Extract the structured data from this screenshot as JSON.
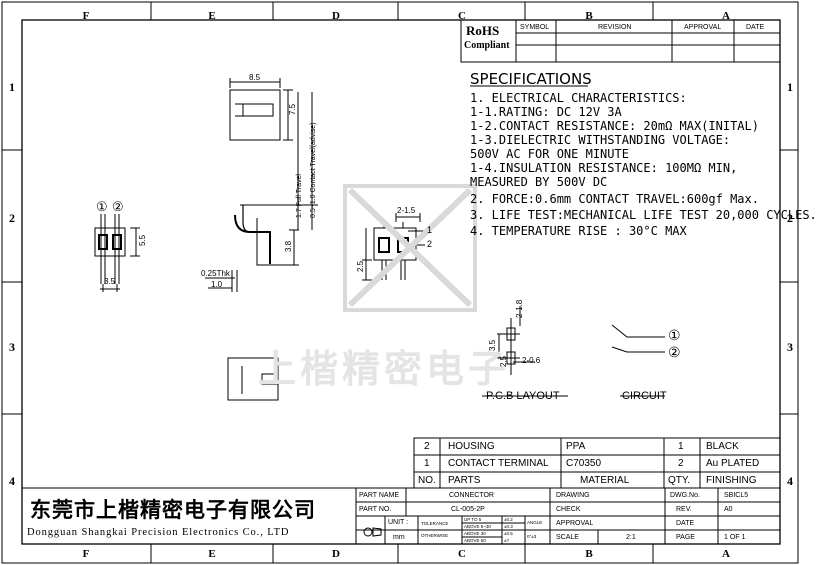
{
  "columns_top": [
    "F",
    "E",
    "D",
    "C",
    "B",
    "A"
  ],
  "columns_bottom": [
    "F",
    "E",
    "D",
    "C",
    "B",
    "A"
  ],
  "rows_left": [
    "1",
    "2",
    "3",
    "4"
  ],
  "rows_right": [
    "1",
    "2",
    "3",
    "4"
  ],
  "rohs": {
    "line1": "RoHS",
    "line2": "Compliant"
  },
  "revision_header": {
    "symbol": "SYMBOL",
    "revision": "REVISION",
    "approval": "APPROVAL",
    "date": "DATE"
  },
  "specs": {
    "title": "SPECIFICATIONS",
    "lines": [
      "1. ELECTRICAL CHARACTERISTICS:",
      "   1-1.RATING: DC 12V 3A",
      "   1-2.CONTACT RESISTANCE: 20mΩ MAX(INITAL)",
      "   1-3.DIELECTRIC WITHSTANDING VOLTAGE:",
      "       500V AC FOR ONE MINUTE",
      "   1-4.INSULATION RESISTANCE: 100MΩ MIN,",
      "       MEASURED BY 500V DC",
      "2. FORCE:0.6mm CONTACT TRAVEL:600gf Max.",
      "3. LIFE TEST:MECHANICAL LIFE TEST 20,000 CYCLES.",
      "4. TEMPERATURE RISE : 30°C MAX"
    ]
  },
  "dims": {
    "w85": "8.5",
    "h75": "7.5",
    "h55": "5.5",
    "w35": "3.5",
    "full_travel": "1.7 Full Travel",
    "contact_travel": "0.5~1.0 Contact Travel(advise)",
    "h38": "3.8",
    "thk": "0.25Thk",
    "w10": "1.0",
    "pin1": "①",
    "pin2": "②",
    "w215": "2-1.5",
    "l1": "1",
    "l2": "2",
    "h25": "2.5",
    "d218": "2-1.8",
    "p35": "3.5",
    "p25": "2.5",
    "d206": "2-0.6"
  },
  "labels": {
    "pcb": "P.C.B  LAYOUT",
    "circuit": "CIRCUIT",
    "c1": "①",
    "c2": "②"
  },
  "watermark": "上楷精密电子",
  "bom": {
    "rows": [
      {
        "no": "2",
        "part": "HOUSING",
        "material": "PPA",
        "qty": "1",
        "finishing": "BLACK"
      },
      {
        "no": "1",
        "part": "CONTACT TERMINAL",
        "material": "C70350",
        "qty": "2",
        "finishing": "Au PLATED"
      }
    ],
    "header": {
      "no": "NO.",
      "part": "PARTS",
      "material": "MATERIAL",
      "qty": "QTY.",
      "finishing": "FINISHING"
    }
  },
  "company": {
    "cn": "东莞市上楷精密电子有限公司",
    "en": "Dongguan Shangkai Precision Electronics Co., LTD"
  },
  "title_block": {
    "part_name_label": "PART NAME",
    "part_name": "CONNECTOR",
    "part_no_label": "PART NO.",
    "part_no": "CL-005-2P",
    "unit_label": "UNIT :",
    "unit": "mm",
    "tol_label": "TOLERANCE",
    "otherwise": "OTHERWISE",
    "tol_r1": "UP TO 5",
    "tol_r1v": "±0.2",
    "tol_r2": "ABOVE 5~30",
    "tol_r2v": "±0.3",
    "tol_r3": "ABOVE 30",
    "tol_r3v": "±0.5",
    "tol_r4": "ABOVE 50",
    "tol_r4v": "±?",
    "angle_label": "ANGLE",
    "angle_val": "0°±3",
    "drawing": "DRAWING",
    "check": "CHECK",
    "approval": "APPROVAL",
    "scale_label": "SCALE",
    "scale": "2:1",
    "dwg_label": "DWG.No.",
    "dwg": "SBICL5",
    "rev_label": "REV.",
    "rev": "A0",
    "date_label": "DATE",
    "page_label": "PAGE",
    "page": "1 OF 1"
  }
}
